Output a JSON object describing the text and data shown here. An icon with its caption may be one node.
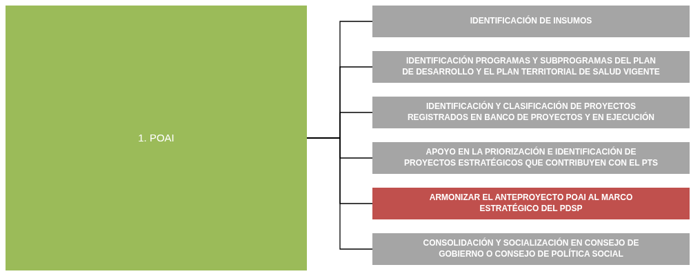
{
  "diagram": {
    "nodes": [
      {
        "text": [
          "1. POAI"
        ]
      },
      {
        "text": [
          "IDENTIFICACIÓN DE INSUMOS"
        ]
      },
      {
        "text": [
          "IDENTIFICACIÓN PROGRAMAS Y SUBPROGRAMAS DEL PLAN DE DESARROLLO Y EL PLAN TERRITORIAL DE SALUD VIGENTE"
        ]
      },
      {
        "text": [
          "IDENTIFICACIÓN Y CLASIFICACIÓN DE PROYECTOS REGISTRADOS EN BANCO DE PROYECTOS Y EN EJECUCIÓN"
        ]
      },
      {
        "text": [
          "APOYO EN LA PRIORIZACIÓN E IDENTIFICACIÓN DE PROYECTOS ESTRATÉGICOS QUE CONTRIBUYEN CON EL PTS"
        ]
      },
      {
        "text": [
          "ARMONIZAR EL ANTEPROYECTO POAI AL MARCO ESTRATÉGICO DEL PDSP"
        ]
      },
      {
        "text": [
          "CONSOLIDACIÓN Y SOCIALIZACIÓN EN CONSEJO DE GOBIERNO O CONSEJO DE POLÍTICA SOCIAL"
        ]
      }
    ],
    "edges": [
      {
        "from": 0,
        "to": 1,
        "arrow": "none"
      },
      {
        "from": 0,
        "to": 2,
        "arrow": "none"
      },
      {
        "from": 0,
        "to": 3,
        "arrow": "none"
      },
      {
        "from": 0,
        "to": 4,
        "arrow": "none"
      },
      {
        "from": 0,
        "to": 5,
        "arrow": "none"
      },
      {
        "from": 0,
        "to": 6,
        "arrow": "none"
      }
    ]
  }
}
